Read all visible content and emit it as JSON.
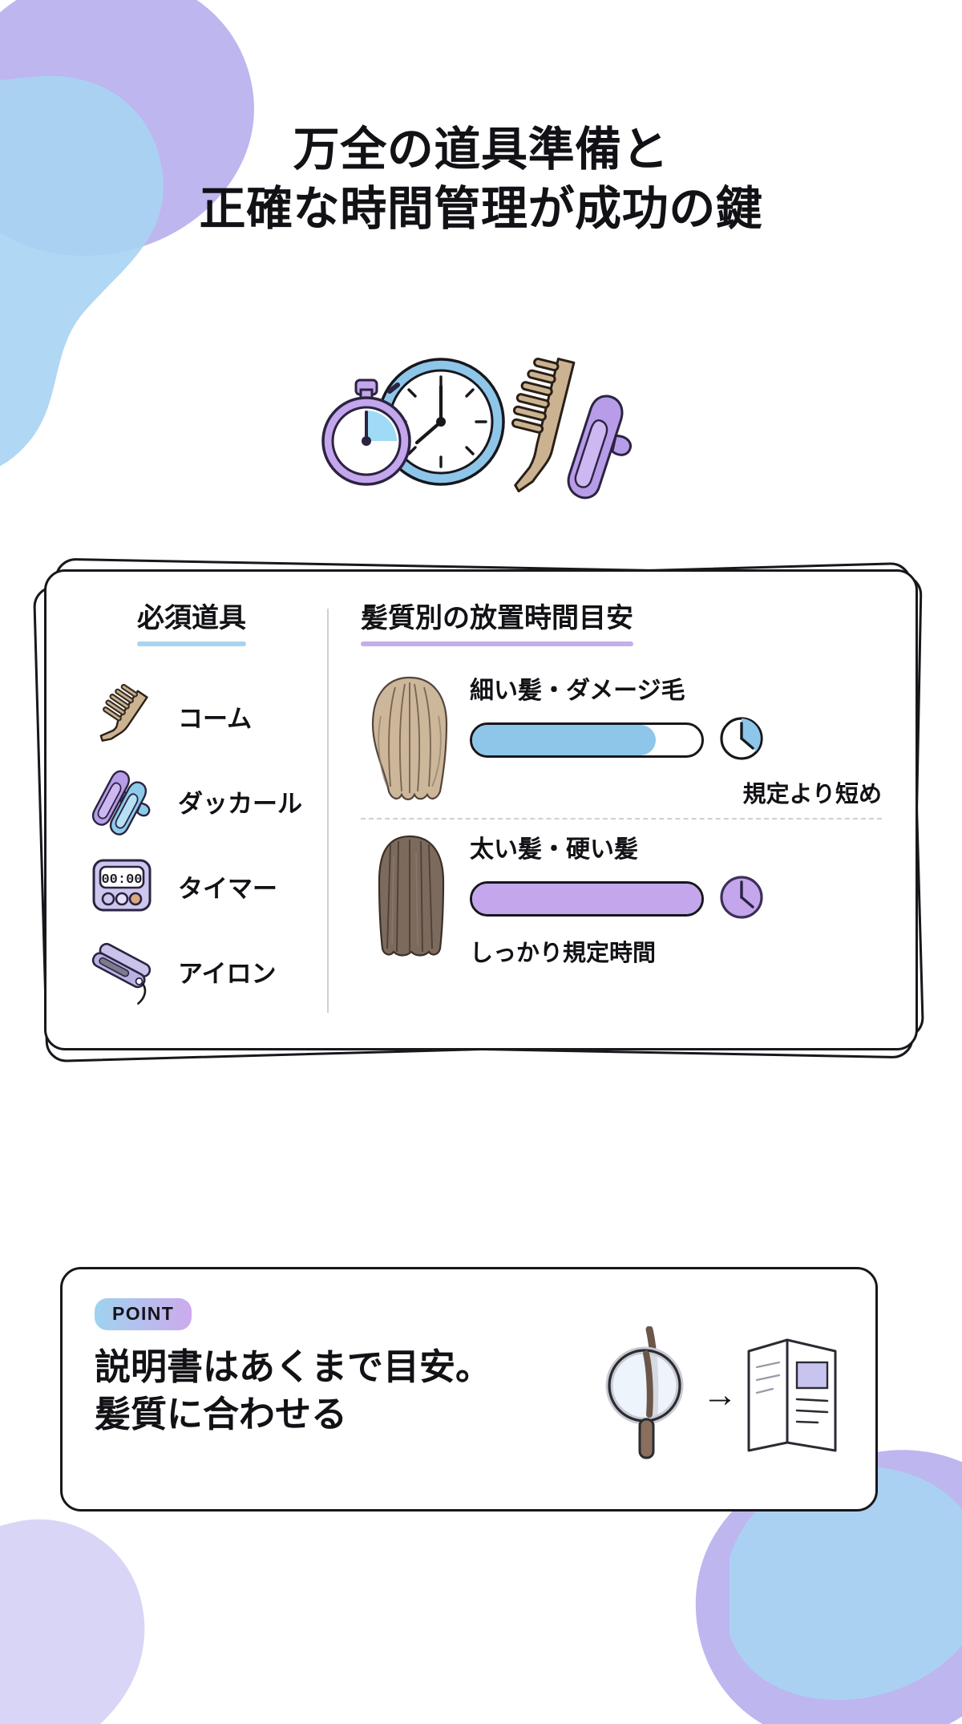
{
  "headline": {
    "line1": "万全の道具準備と",
    "line2": "正確な時間管理が成功の鍵"
  },
  "hero": {
    "alt": "stopwatch-clock-comb-clip-illustration",
    "stopwatch": "stopwatch-icon",
    "clock": "wall-clock-icon",
    "comb": "comb-icon",
    "clip": "hair-clip-icon"
  },
  "tools": {
    "heading": "必須道具",
    "underline_color": "#a8d4ef",
    "items": [
      {
        "icon": "comb-icon",
        "label": "コーム"
      },
      {
        "icon": "hair-clip-icon",
        "label": "ダッカール"
      },
      {
        "icon": "timer-icon",
        "label": "タイマー",
        "display": "00:00"
      },
      {
        "icon": "flat-iron-icon",
        "label": "アイロン"
      }
    ]
  },
  "timing": {
    "heading": "髪質別の放置時間目安",
    "underline_color": "#c3aeea",
    "rows": [
      {
        "hair_icon": "wavy-light-hair-icon",
        "title": "細い髪・ダメージ毛",
        "bar_percent": 80,
        "bar_color": "#8ec6ea",
        "clock_icon": "clock-icon",
        "clock_color": "#8ec6ea",
        "note": "規定より短め",
        "note_align": "right"
      },
      {
        "hair_icon": "straight-dark-hair-icon",
        "title": "太い髪・硬い髪",
        "bar_percent": 100,
        "bar_color": "#c3a6ec",
        "clock_icon": "clock-icon",
        "clock_color": "#c3a6ec",
        "note": "しっかり規定時間",
        "note_align": "left"
      }
    ]
  },
  "point": {
    "badge": "POINT",
    "line1": "説明書はあくまで目安。",
    "line2": "髪質に合わせる",
    "arrow": "→",
    "magnifier_icon": "magnifier-hair-icon",
    "document_icon": "instruction-leaflet-icon",
    "badge_gradient_from": "#9fd3ef",
    "badge_gradient_to": "#cdaaec"
  },
  "theme": {
    "ink": "#111116",
    "blue": "#8ec6ea",
    "purple": "#c3a6ec",
    "blob_blue": "#a9d4f2",
    "blob_purple": "#b9b2ee",
    "background": "#ffffff"
  }
}
